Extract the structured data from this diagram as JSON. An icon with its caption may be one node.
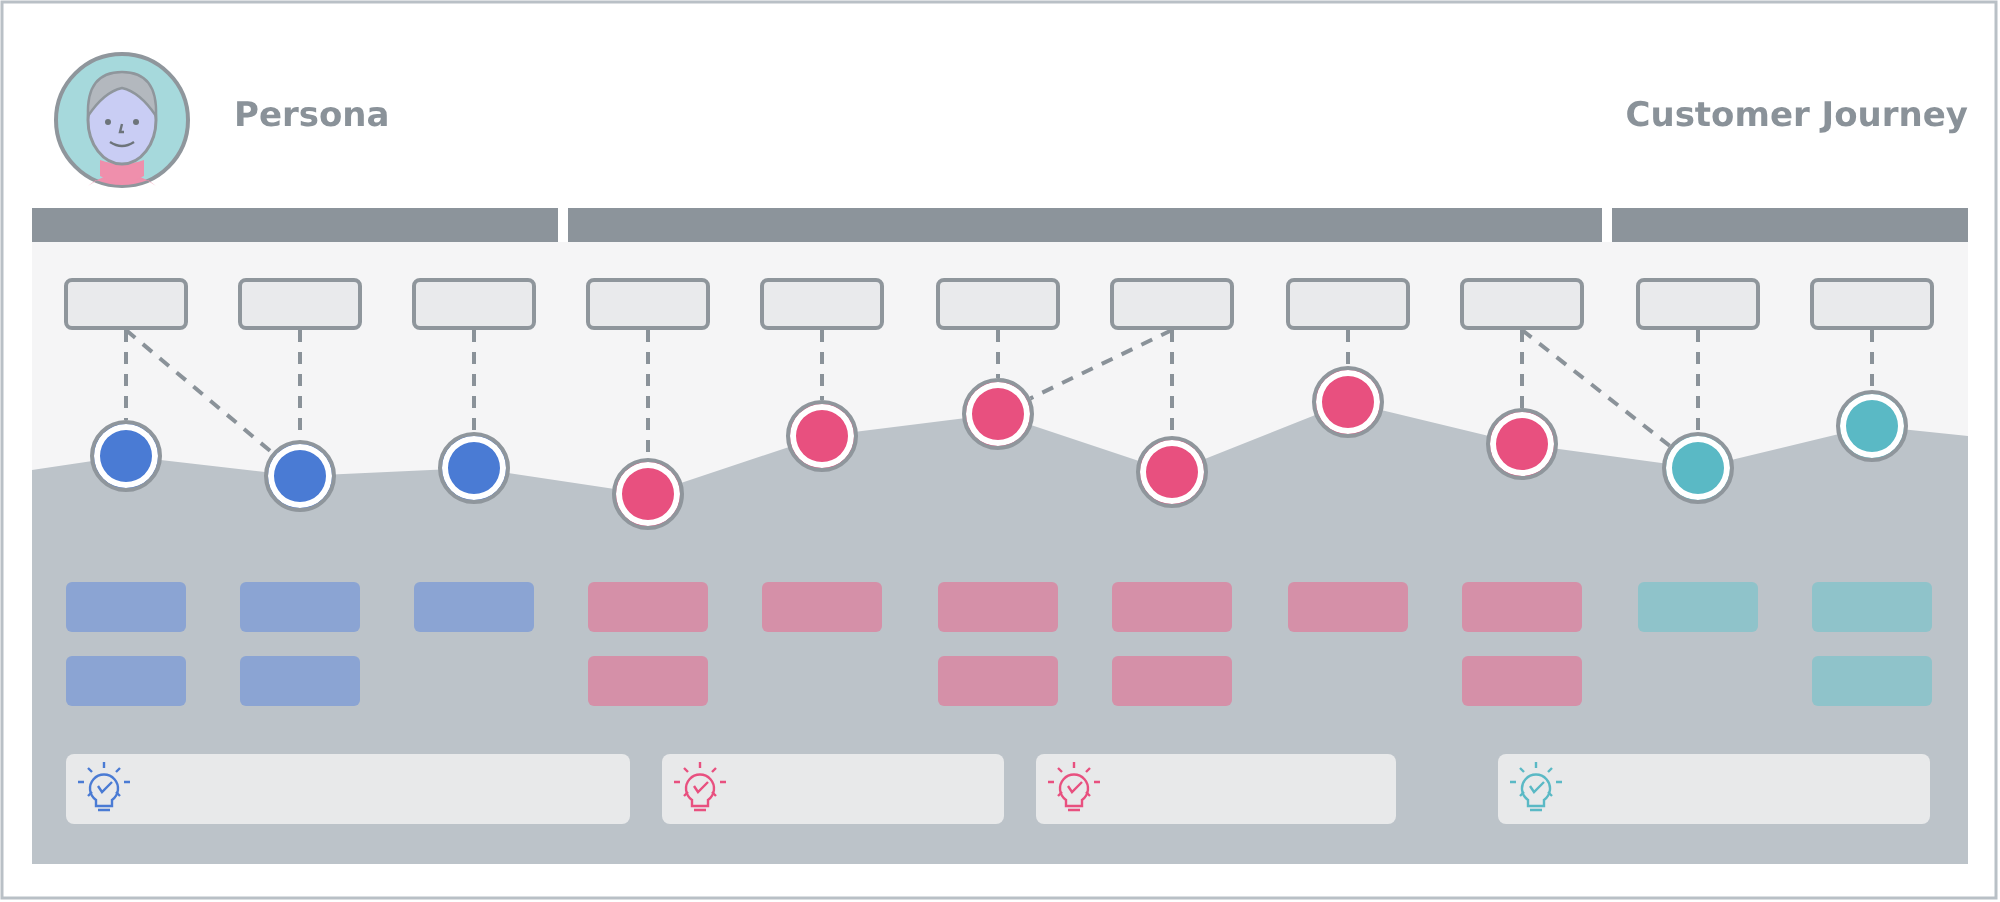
{
  "diagram": {
    "title": "Customer Journey",
    "nodes": [
      {
        "text": [],
        "shape": "box"
      },
      {
        "text": [],
        "shape": "box"
      },
      {
        "text": [],
        "shape": "box"
      },
      {
        "text": [],
        "shape": "box"
      },
      {
        "text": [],
        "shape": "box"
      },
      {
        "text": [],
        "shape": "box"
      },
      {
        "text": [],
        "shape": "box"
      },
      {
        "text": [],
        "shape": "box"
      },
      {
        "text": [],
        "shape": "box"
      },
      {
        "text": [],
        "shape": "box"
      },
      {
        "text": [],
        "shape": "box"
      },
      {
        "text": [],
        "shape": "circle"
      },
      {
        "text": [],
        "shape": "circle"
      },
      {
        "text": [],
        "shape": "circle"
      },
      {
        "text": [],
        "shape": "circle"
      },
      {
        "text": [],
        "shape": "circle"
      },
      {
        "text": [],
        "shape": "circle"
      },
      {
        "text": [],
        "shape": "circle"
      },
      {
        "text": [],
        "shape": "circle"
      },
      {
        "text": [],
        "shape": "circle"
      },
      {
        "text": [],
        "shape": "circle"
      },
      {
        "text": [],
        "shape": "circle"
      }
    ],
    "edges": [
      {
        "from": 0,
        "to": 11,
        "arrow": "none",
        "style": "dashed"
      },
      {
        "from": 0,
        "to": 12,
        "arrow": "none",
        "style": "dashed"
      },
      {
        "from": 1,
        "to": 12,
        "arrow": "none",
        "style": "dashed"
      },
      {
        "from": 2,
        "to": 13,
        "arrow": "none",
        "style": "dashed"
      },
      {
        "from": 3,
        "to": 14,
        "arrow": "none",
        "style": "dashed"
      },
      {
        "from": 4,
        "to": 15,
        "arrow": "none",
        "style": "dashed"
      },
      {
        "from": 5,
        "to": 16,
        "arrow": "none",
        "style": "dashed"
      },
      {
        "from": 6,
        "to": 16,
        "arrow": "none",
        "style": "dashed"
      },
      {
        "from": 6,
        "to": 17,
        "arrow": "none",
        "style": "dashed"
      },
      {
        "from": 7,
        "to": 18,
        "arrow": "none",
        "style": "dashed"
      },
      {
        "from": 8,
        "to": 19,
        "arrow": "none",
        "style": "dashed"
      },
      {
        "from": 8,
        "to": 20,
        "arrow": "none",
        "style": "dashed"
      },
      {
        "from": 9,
        "to": 20,
        "arrow": "none",
        "style": "dashed"
      },
      {
        "from": 10,
        "to": 21,
        "arrow": "none",
        "style": "dashed"
      }
    ],
    "labels": [
      "Persona"
    ]
  }
}
